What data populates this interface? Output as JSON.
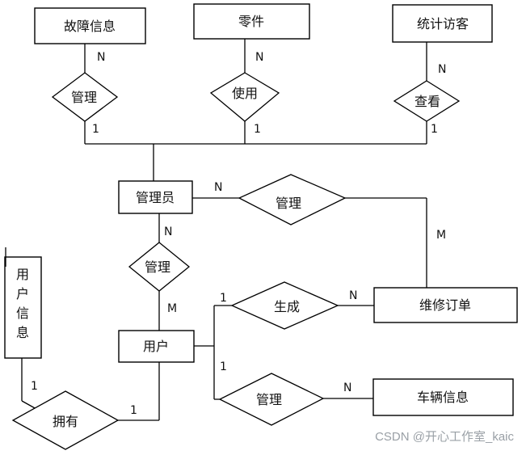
{
  "entities": {
    "fault_info": "故障信息",
    "parts": "零件",
    "stat_visitor": "统计访客",
    "admin": "管理员",
    "repair_order": "维修订单",
    "user": "用户",
    "vehicle_info": "车辆信息",
    "user_info": [
      "用",
      "户",
      "信",
      "息"
    ]
  },
  "relationships": {
    "manage_fault": "管理",
    "use_parts": "使用",
    "view_visitor": "查看",
    "manage_order": "管理",
    "manage_user": "管理",
    "generate": "生成",
    "manage_vehicle": "管理",
    "own": "拥有"
  },
  "cardinalities": {
    "fault_top": "N",
    "fault_bottom": "1",
    "parts_top": "N",
    "parts_bottom": "1",
    "visitor_top": "N",
    "visitor_bottom": "1",
    "admin_order_n": "N",
    "order_m": "M",
    "admin_user_n": "N",
    "user_m": "M",
    "generate_1": "1",
    "generate_n": "N",
    "vehicle_1": "1",
    "vehicle_n": "N",
    "userinfo_1": "1",
    "own_1": "1"
  },
  "watermark": "CSDN @开心工作室_kaic"
}
